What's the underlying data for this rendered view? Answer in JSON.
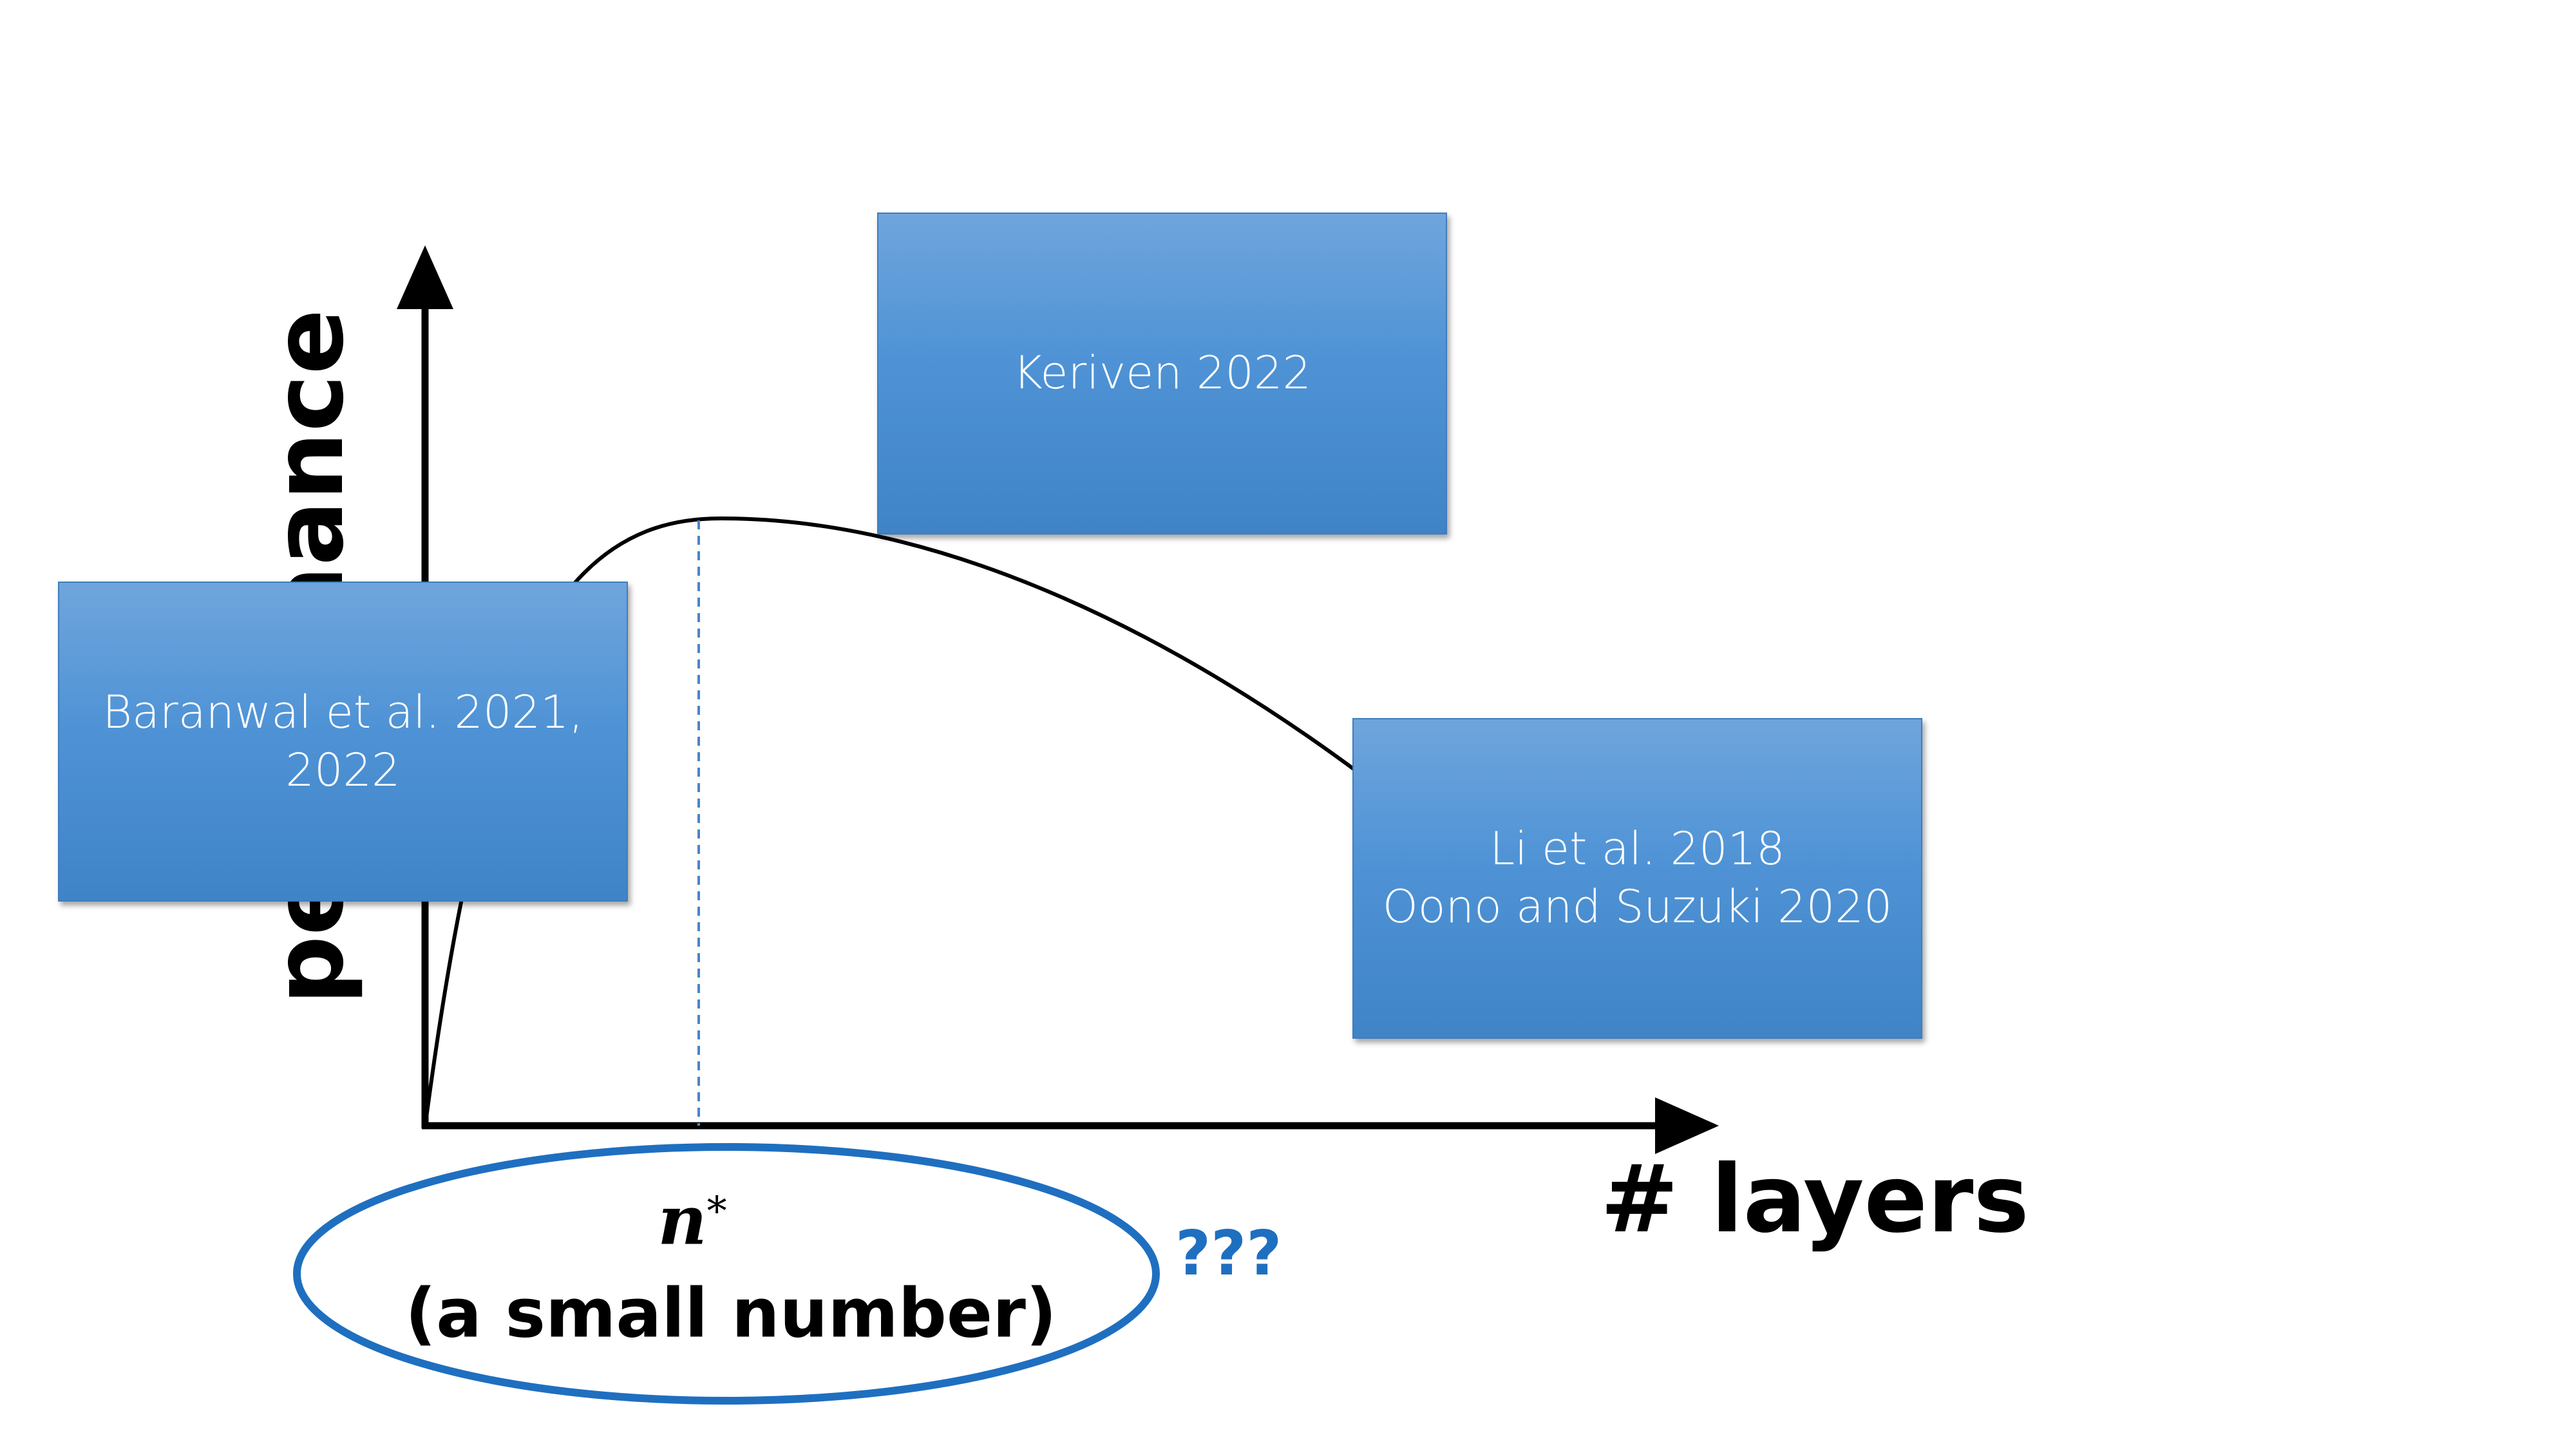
{
  "axes": {
    "y_label": "performance",
    "x_label": "# layers"
  },
  "boxes": {
    "keriven": {
      "lines": [
        "Keriven 2022"
      ]
    },
    "baranwal": {
      "lines": [
        "Baranwal et al. 2021,",
        "2022"
      ]
    },
    "li": {
      "lines": [
        "Li et al. 2018",
        "Oono and Suzuki 2020"
      ]
    }
  },
  "annotation": {
    "n_symbol": "n",
    "n_superscript": "*",
    "caption": "(a small number)",
    "question": "???"
  },
  "colors": {
    "box_fill": "#5b9bd5",
    "ellipse_stroke": "#1f6fc0",
    "question_text": "#1f6fc0",
    "dashed_line": "#4a86c5"
  }
}
